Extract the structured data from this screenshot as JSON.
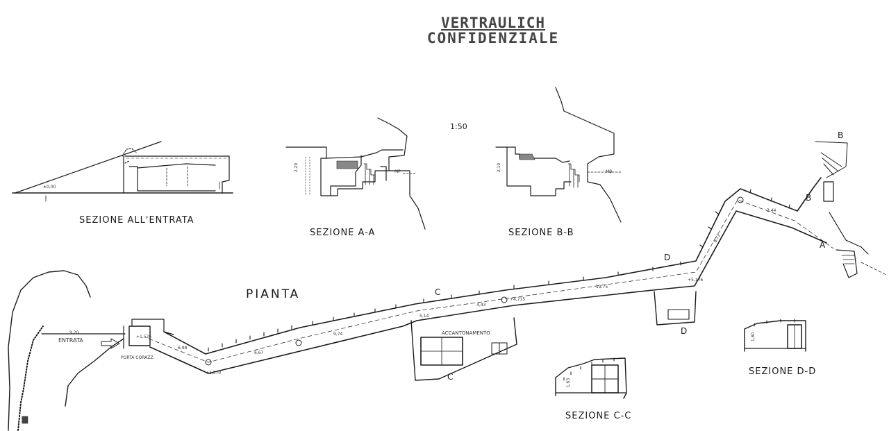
{
  "stamp": {
    "line1": "VERTRAULICH",
    "line2": "CONFIDENZIALE"
  },
  "scale": "1:50",
  "labels": {
    "sezione_entrata": "SEZIONE ALL'ENTRATA",
    "sezione_aa": "SEZIONE A-A",
    "sezione_bb": "SEZIONE B-B",
    "pianta": "PIANTA",
    "sezione_cc": "SEZIONE C-C",
    "sezione_dd": "SEZIONE D-D",
    "entrata": "ENTRATA",
    "accantonamento": "ACCANTONAMENTO",
    "porta_corazz": "PORTA CORAZZ.",
    "mp": "MP",
    "mb": "MB"
  },
  "section_markers": {
    "a": "A",
    "b": "B",
    "c": "C",
    "d": "D"
  },
  "dimensions": {
    "entrata_level": "±0,00",
    "entrata_width": "9,20",
    "aa_height": "2,20",
    "bb_height": "2,10",
    "segment_1": "6,98",
    "segment_2": "6,67",
    "segment_3": "9,74",
    "segment_4": "5,14",
    "segment_5": "4,43",
    "segment_6": "19,75",
    "segment_7": "8,72",
    "segment_8": "3,44",
    "level_1": "+1,525",
    "level_2": "+1,370",
    "level_3": "+4,715",
    "level_4": "+5,176",
    "cc_height": "1,63",
    "dd_height": "1,80"
  }
}
